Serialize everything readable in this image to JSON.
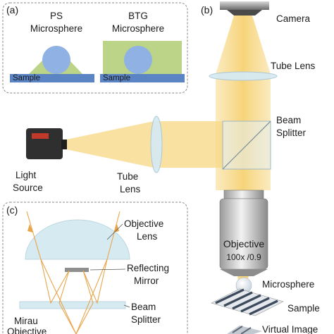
{
  "panels": {
    "a": "(a)",
    "b": "(b)",
    "c": "(c)"
  },
  "panel_a": {
    "ps_line1": "PS",
    "ps_line2": "Microsphere",
    "btg_line1": "BTG",
    "btg_line2": "Microsphere",
    "sample_left": "Sample",
    "sample_right": "Sample"
  },
  "panel_b": {
    "camera": "Camera",
    "tube_lens": "Tube Lens",
    "beam_line1": "Beam",
    "beam_line2": "Splitter",
    "light_line1": "Light",
    "light_line2": "Source",
    "tube_line1": "Tube",
    "tube_line2": "Lens",
    "objective": "Objective",
    "objective_spec": "100x /0.9",
    "microsphere": "Microsphere",
    "sample": "Sample",
    "virtual_image": "Virtual Image"
  },
  "panel_c": {
    "objective_line1": "Objective",
    "objective_line2": "Lens",
    "reflecting_line1": "Reflecting",
    "reflecting_line2": "Mirror",
    "beam_line1": "Beam",
    "beam_line2": "Splitter",
    "mirau_line1": "Mirau",
    "mirau_line2": "Objective"
  },
  "colors": {
    "beam": "#f7d98a",
    "lens": "#d6eaf2",
    "sample": "#5b84c4",
    "sphere": "#8fb1e3",
    "gel": "#bcd487",
    "border": "#8a8a8a"
  }
}
